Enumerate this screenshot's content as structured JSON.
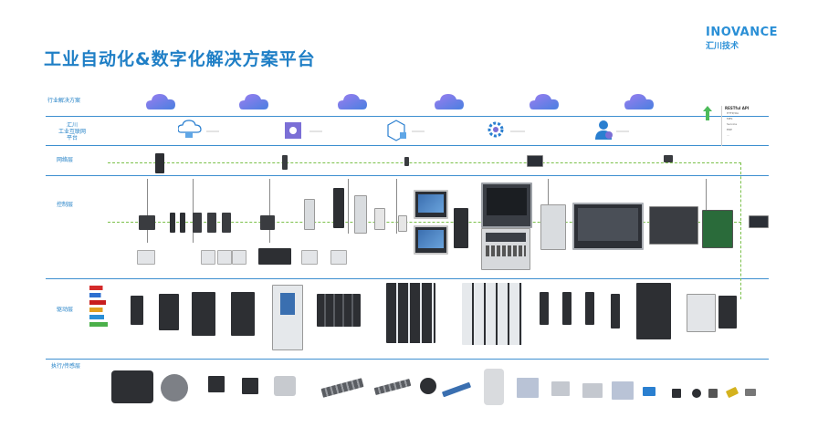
{
  "header": {
    "title": "工业自动化&数字化解决方案平台",
    "logo_main": "INOVANCE",
    "logo_sub": "汇川技术"
  },
  "layers": {
    "solutions": "行业解决方案",
    "iiot_1": "汇川",
    "iiot_2": "工业互联网",
    "iiot_3": "平台",
    "network": "网络层",
    "control": "控制层",
    "drive": "驱动层",
    "actuator": "执行/传感层"
  },
  "api_box": {
    "title": "RESTful API",
    "items": [
      "HTTP/OA",
      "MES",
      "Service",
      "ERP",
      "…"
    ]
  },
  "colors": {
    "title_blue": "#1f7fc6",
    "separator": "#3d8fd0",
    "dashed_green": "#7bc04a",
    "cloud_purple": "#7a6fe0"
  },
  "icons": [
    "cloud-icon",
    "platform-icon",
    "box-icon",
    "gear-icon",
    "user-icon",
    "arrow-up-icon"
  ]
}
